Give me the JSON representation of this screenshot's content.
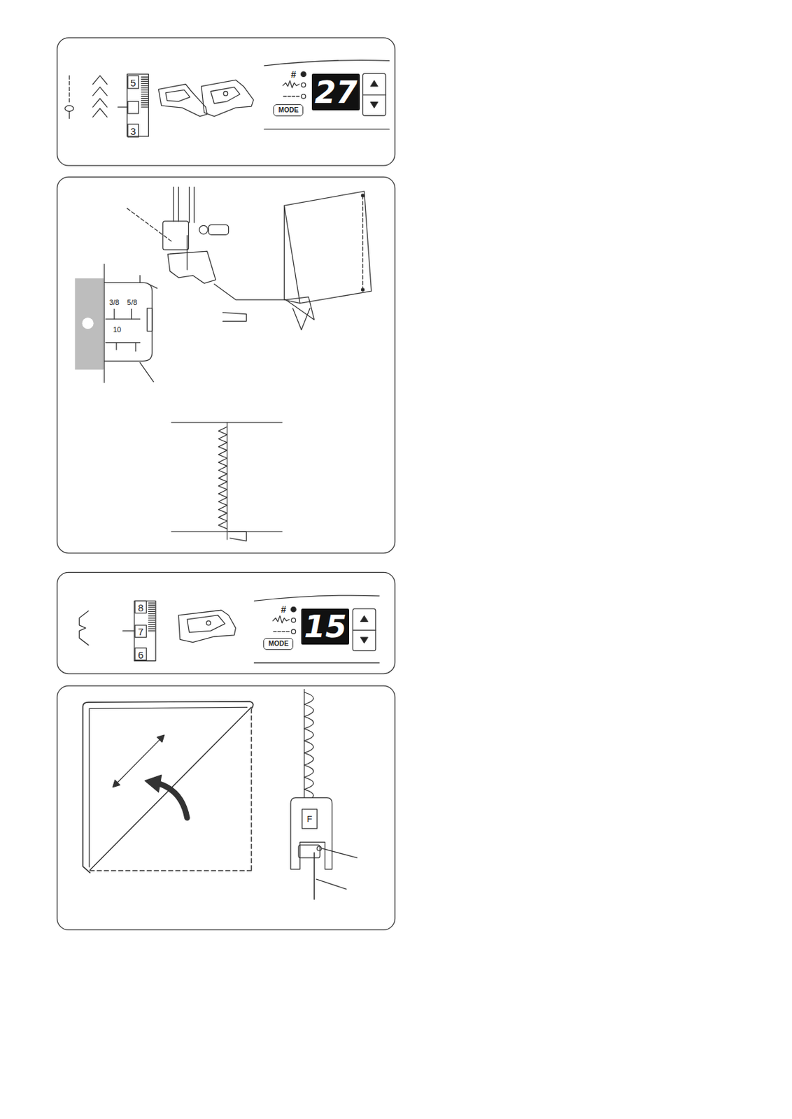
{
  "diagram": {
    "nodes": [
      {
        "text": [
          "27"
        ]
      },
      {
        "text": [
          "MODE"
        ]
      },
      {
        "text": [
          "15"
        ]
      },
      {
        "text": [
          "MODE"
        ]
      }
    ],
    "labels": [
      "5",
      "3",
      "#",
      "3/8",
      "5/8",
      "10",
      "8",
      "7",
      "6",
      "#",
      "F"
    ]
  }
}
